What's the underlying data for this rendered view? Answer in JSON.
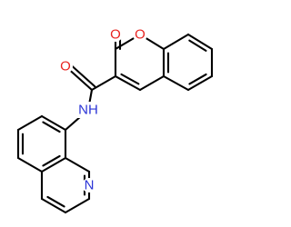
{
  "molecule": {
    "atoms": [
      {
        "id": "O_carbonyl_lactone",
        "label": "O",
        "color": "#e8231f"
      },
      {
        "id": "O_ring",
        "label": "O",
        "color": "#e8231f"
      },
      {
        "id": "O_amide",
        "label": "O",
        "color": "#e8231f"
      },
      {
        "id": "N_amide",
        "label": "NH",
        "color": "#2b34d6"
      },
      {
        "id": "N_quinoline",
        "label": "N",
        "color": "#2b34d6"
      }
    ]
  }
}
